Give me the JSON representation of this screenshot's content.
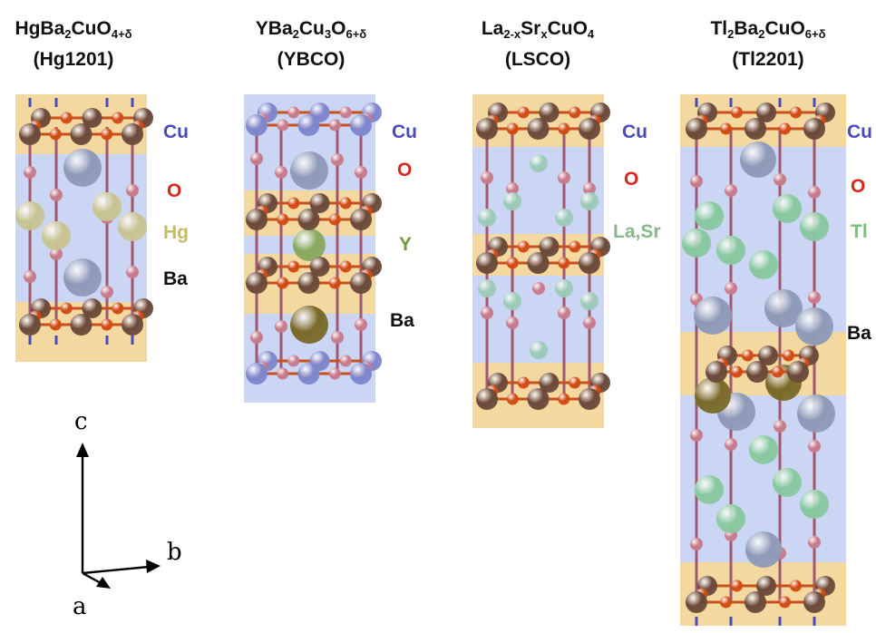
{
  "colors": {
    "cu": "#4a4ab8",
    "o": "#d8281c",
    "hg": "#c4bc66",
    "ba": "#111111",
    "y": "#6e9a3a",
    "lasr": "#86b88c",
    "tl": "#7cc17c",
    "cuo_layer": "#f3d9a0",
    "spacer_layer": "#cbd6f5"
  },
  "structures": [
    {
      "id": "hg1201",
      "formula": {
        "parts": [
          {
            "t": "HgBa"
          },
          {
            "s": "2"
          },
          {
            "t": "CuO"
          },
          {
            "s": "4+δ"
          }
        ]
      },
      "abbrev": "(Hg1201)",
      "labels": [
        "Cu",
        "O",
        "Hg",
        "Ba"
      ]
    },
    {
      "id": "ybco",
      "formula": {
        "parts": [
          {
            "t": "YBa"
          },
          {
            "s": "2"
          },
          {
            "t": "Cu"
          },
          {
            "s": "3"
          },
          {
            "t": "O"
          },
          {
            "s": "6+δ"
          }
        ]
      },
      "abbrev": "(YBCO)",
      "labels": [
        "Cu",
        "O",
        "Y",
        "Ba"
      ]
    },
    {
      "id": "lsco",
      "formula": {
        "parts": [
          {
            "t": "La"
          },
          {
            "s": "2-x"
          },
          {
            "t": "Sr"
          },
          {
            "s": "x"
          },
          {
            "t": "CuO"
          },
          {
            "s": "4"
          }
        ]
      },
      "abbrev": "(LSCO)",
      "labels": [
        "Cu",
        "O",
        "La,Sr"
      ]
    },
    {
      "id": "tl2201",
      "formula": {
        "parts": [
          {
            "t": "Tl"
          },
          {
            "s": "2"
          },
          {
            "t": "Ba"
          },
          {
            "s": "2"
          },
          {
            "t": "CuO"
          },
          {
            "s": "6+δ"
          }
        ]
      },
      "abbrev": "(Tl2201)",
      "labels": [
        "Cu",
        "O",
        "Tl",
        "Ba"
      ]
    }
  ],
  "axes": {
    "c": "c",
    "b": "b",
    "a": "a"
  }
}
